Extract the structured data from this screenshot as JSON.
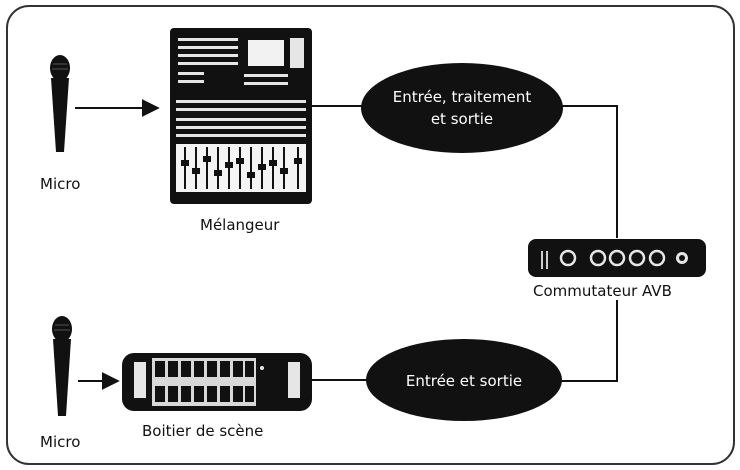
{
  "labels": {
    "micro_top": "Micro",
    "micro_bottom": "Micro",
    "mixer": "Mélangeur",
    "stagebox": "Boitier de scène",
    "switch": "Commutateur AVB"
  },
  "process_top": {
    "line1": "Entrée, traitement",
    "line2": "et sortie"
  },
  "process_bottom": {
    "line1": "Entrée et sortie"
  },
  "colors": {
    "frame": "#333333",
    "device": "#111111",
    "connector": "#111111"
  },
  "icons": {
    "microphone": "microphone-icon",
    "mixer": "mixing-console-icon",
    "stagebox": "stage-box-icon",
    "switch": "network-switch-icon"
  }
}
